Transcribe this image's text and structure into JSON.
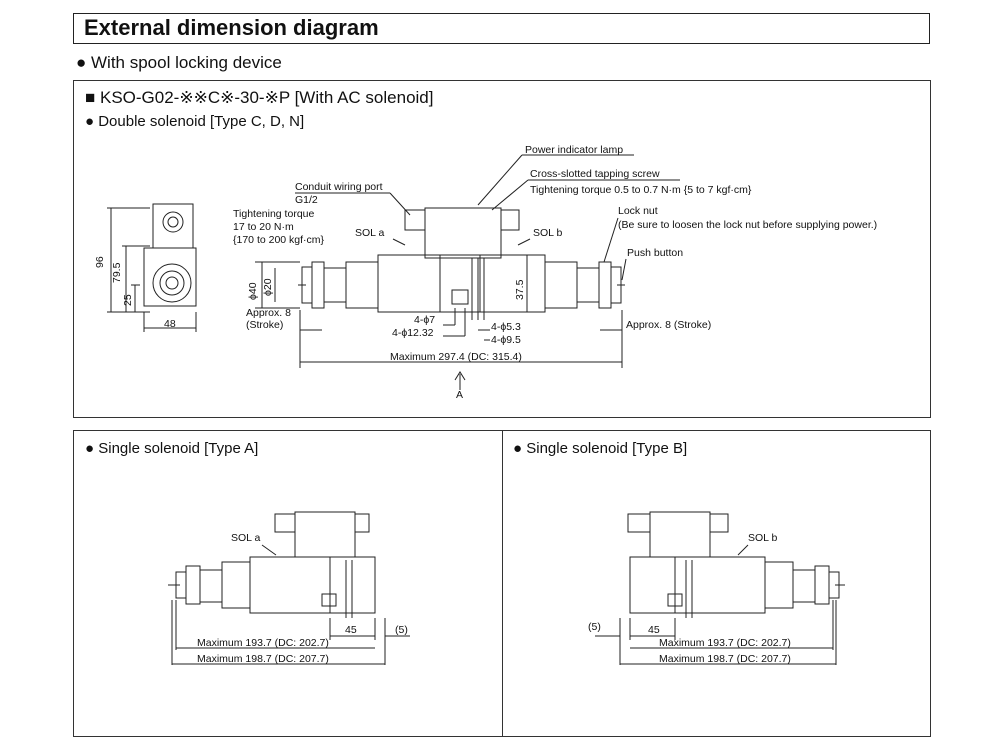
{
  "header": {
    "title": "External dimension diagram"
  },
  "section": {
    "spool_lock": "● With spool locking device"
  },
  "panel_top": {
    "model": "■ KSO-G02-※※C※-30-※P [With AC solenoid]",
    "subtitle": "● Double solenoid [Type C, D, N]",
    "labels": {
      "power_lamp": "Power indicator lamp",
      "screw": "Cross-slotted tapping screw",
      "screw_torque": "Tightening torque 0.5 to 0.7 N·m {5 to 7 kgf·cm}",
      "lock_nut": "Lock nut",
      "lock_nut_note": "(Be sure to loosen the lock nut before supplying power.)",
      "push_button": "Push button",
      "conduit": "Conduit wiring port",
      "conduit_size": "G1/2",
      "tt1": "Tightening torque",
      "tt2": "17 to 20 N·m",
      "tt3": "{170 to 200 kgf·cm}",
      "sol_a": "SOL a",
      "sol_b": "SOL b",
      "d96": "96",
      "d795": "79.5",
      "d25": "25",
      "d48": "48",
      "phi40": "ϕ40",
      "phi20": "ϕ20",
      "d375": "37.5",
      "stroke_l1": "Approx. 8",
      "stroke_l2": "(Stroke)",
      "stroke_r": "Approx. 8 (Stroke)",
      "h7": "4-ϕ7",
      "h1232": "4-ϕ12.32",
      "h53": "4-ϕ5.3",
      "h95": "4-ϕ9.5",
      "max": "Maximum 297.4 (DC: 315.4)",
      "arrow_a": "A"
    }
  },
  "panel_a": {
    "subtitle": "● Single solenoid [Type A]",
    "sol": "SOL a",
    "d45": "45",
    "d5": "(5)",
    "max1": "Maximum 193.7 (DC: 202.7)",
    "max2": "Maximum 198.7 (DC: 207.7)"
  },
  "panel_b": {
    "subtitle": "● Single solenoid [Type B]",
    "sol": "SOL b",
    "d45": "45",
    "d5": "(5)",
    "max1": "Maximum 193.7 (DC: 202.7)",
    "max2": "Maximum 198.7 (DC: 207.7)"
  }
}
